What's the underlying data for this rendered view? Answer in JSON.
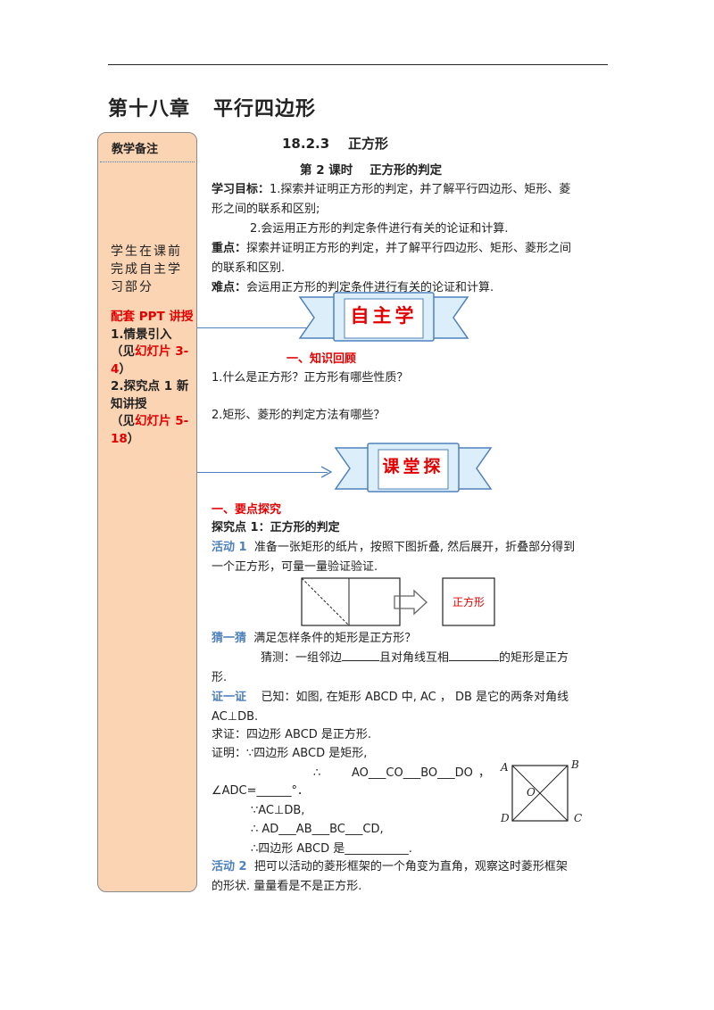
{
  "chapter_title": "第十八章   平行四边形",
  "sidebar": {
    "title": "教学备注",
    "note": "学生在课前完成自主学习部分",
    "ppt_prefix": "配套 PPT 讲授",
    "item1": "1.情景引入",
    "item1_see": "（见",
    "item1_link": "幻灯片 3-4",
    "item1_close": "）",
    "item2": "2.探究点 1 新知讲授",
    "item2_see": "（见",
    "item2_link": "幻灯片 5-18",
    "item2_close": "）"
  },
  "section_title": "18.2.3    正方形",
  "lesson_title": "第 2 课时    正方形的判定",
  "goals": {
    "label": "学习目标：",
    "line1": "1.探索并证明正方形的判定，并了解平行四边形、矩形、菱",
    "line1b": "形之间的联系和区别;",
    "line2": "2.会运用正方形的判定条件进行有关的论证和计算."
  },
  "key": {
    "label": "重点：",
    "line1": "探索并证明正方形的判定，并了解平行四边形、矩形、菱形之间",
    "line1b": "的联系和区别."
  },
  "difficulty": {
    "label": "难点：",
    "text": "会运用正方形的判定条件进行有关的论证和计算."
  },
  "banner1": {
    "text": "自主学"
  },
  "review": {
    "heading": "一、知识回顾",
    "q1": "1.什么是正方形？正方形有哪些性质？",
    "q2": "2.矩形、菱形的判定方法有哪些？"
  },
  "banner2": {
    "text": "课堂探"
  },
  "explore": {
    "heading": "一、要点探究",
    "point": "探究点 1：正方形的判定",
    "act1_label": "活动 1",
    "act1_text": "  准备一张矩形的纸片，按照下图折叠, 然后展开，折叠部分得到",
    "act1_text2": "一个正方形，可量一量验证验证.",
    "square_label": "正方形",
    "guess_label": "猜一猜",
    "guess_q": "  满足怎样条件的矩形是正方形？",
    "guess_a1": "猜测：一组邻边",
    "guess_a2": "且对角线互相",
    "guess_a3": "的矩形是正方",
    "guess_a4": "形.",
    "proof_label": "证一证",
    "proof_text": "    已知：如图, 在矩形 ABCD 中, AC ， DB 是它的两条对角线",
    "proof_text2": "AC⊥DB.",
    "prove": "求证：四边形 ABCD 是正方形.",
    "proof1": "证明：∵四边形 ABCD 是矩形,",
    "proof2_sym": "∴",
    "proof2": "AO___CO___BO___DO",
    "proof2_comma": "，",
    "proof3": "∠ADC=______°．",
    "proof4": "∵AC⊥DB,",
    "proof5": "∴ AD___AB___BC___CD,",
    "proof6": "∴四边形 ABCD 是___________.",
    "act2_label": "活动 2",
    "act2_text": "  把可以活动的菱形框架的一个角变为直角，观察这时菱形框架",
    "act2_text2": "的形状. 量量看是不是正方形.",
    "fig": {
      "A": "A",
      "B": "B",
      "C": "C",
      "D": "D",
      "O": "O"
    }
  },
  "colors": {
    "sidebar_bg": "#fbd4b4",
    "banner_fill": "#dbeef9",
    "banner_border": "#4f81bd",
    "accent_red": "#e30000",
    "accent_blue": "#4f81bd"
  }
}
